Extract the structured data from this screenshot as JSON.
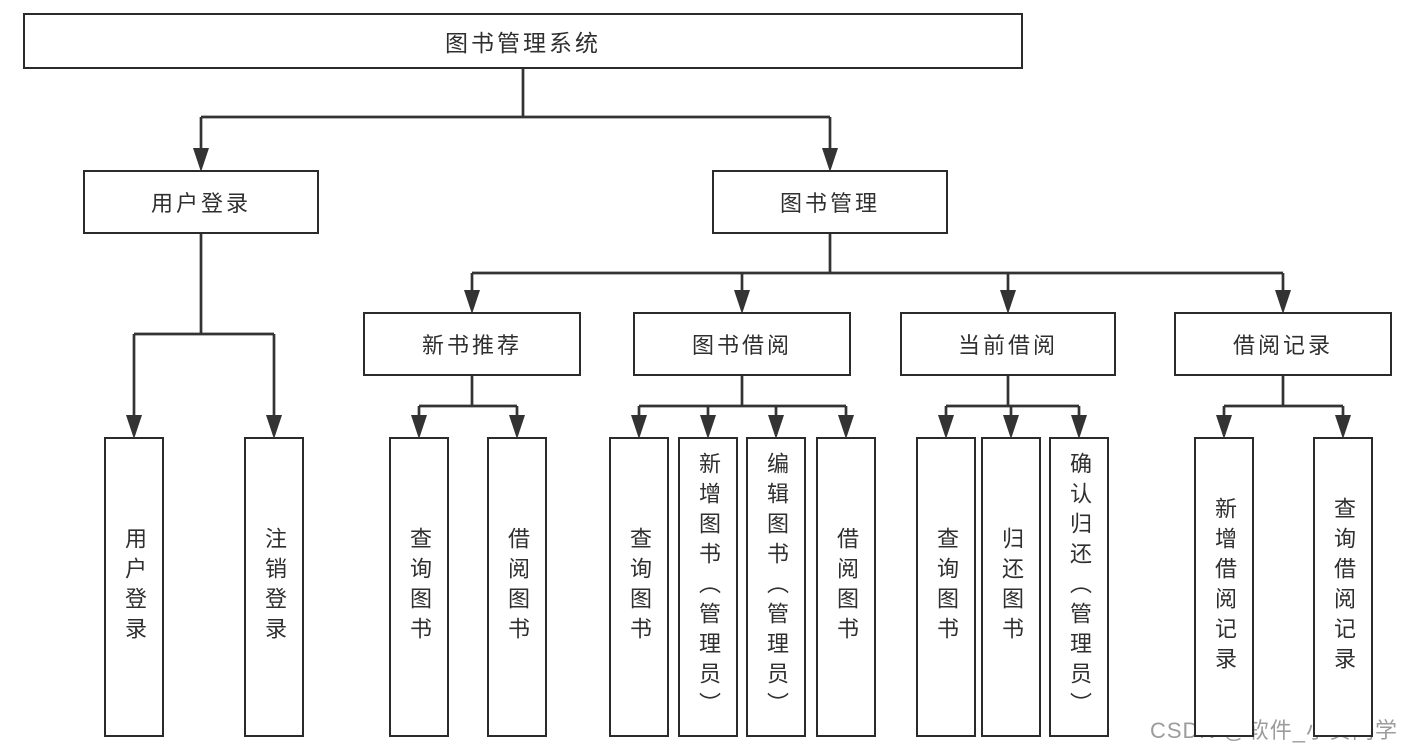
{
  "diagram": {
    "type": "tree-diagram",
    "title": "图书管理系统",
    "colors": {
      "background": "#ffffff",
      "border": "#2b2b2b",
      "line": "#333333",
      "text": "#2f2f2f",
      "watermark": "#9c9c9c"
    },
    "nodes": [
      {
        "id": "book-management-system",
        "label": "图书管理系统",
        "orientation": "horizontal",
        "level": 1
      },
      {
        "id": "user-login",
        "label": "用户登录",
        "orientation": "horizontal",
        "level": 2
      },
      {
        "id": "book-management",
        "label": "图书管理",
        "orientation": "horizontal",
        "level": 2
      },
      {
        "id": "new-book-recommendation",
        "label": "新书推荐",
        "orientation": "horizontal",
        "level": 3
      },
      {
        "id": "book-borrowing",
        "label": "图书借阅",
        "orientation": "horizontal",
        "level": 3
      },
      {
        "id": "current-borrowing",
        "label": "当前借阅",
        "orientation": "horizontal",
        "level": 3
      },
      {
        "id": "borrowing-records",
        "label": "借阅记录",
        "orientation": "horizontal",
        "level": 3
      },
      {
        "id": "leaf-user-login",
        "label": "用户登录",
        "orientation": "vertical",
        "level": 4
      },
      {
        "id": "leaf-logout",
        "label": "注销登录",
        "orientation": "vertical",
        "level": 4
      },
      {
        "id": "leaf-query-books-a",
        "label": "查询图书",
        "orientation": "vertical",
        "level": 4
      },
      {
        "id": "leaf-borrow-books-a",
        "label": "借阅图书",
        "orientation": "vertical",
        "level": 4
      },
      {
        "id": "leaf-query-books-b",
        "label": "查询图书",
        "orientation": "vertical",
        "level": 4
      },
      {
        "id": "leaf-add-books-admin",
        "label": "新增图书（管理员）",
        "orientation": "vertical",
        "level": 4
      },
      {
        "id": "leaf-edit-books-admin",
        "label": "编辑图书（管理员）",
        "orientation": "vertical",
        "level": 4
      },
      {
        "id": "leaf-borrow-books-b",
        "label": "借阅图书",
        "orientation": "vertical",
        "level": 4
      },
      {
        "id": "leaf-query-books-c",
        "label": "查询图书",
        "orientation": "vertical",
        "level": 4
      },
      {
        "id": "leaf-return-books",
        "label": "归还图书",
        "orientation": "vertical",
        "level": 4
      },
      {
        "id": "leaf-confirm-return-admin",
        "label": "确认归还（管理员）",
        "orientation": "vertical",
        "level": 4
      },
      {
        "id": "leaf-add-borrow-record",
        "label": "新增借阅记录",
        "orientation": "vertical",
        "level": 4
      },
      {
        "id": "leaf-query-borrow-record",
        "label": "查询借阅记录",
        "orientation": "vertical",
        "level": 4
      }
    ],
    "hierarchy": {
      "book-management-system": [
        "user-login",
        "book-management"
      ],
      "user-login": [
        "leaf-user-login",
        "leaf-logout"
      ],
      "book-management": [
        "new-book-recommendation",
        "book-borrowing",
        "current-borrowing",
        "borrowing-records"
      ],
      "new-book-recommendation": [
        "leaf-query-books-a",
        "leaf-borrow-books-a"
      ],
      "book-borrowing": [
        "leaf-query-books-b",
        "leaf-add-books-admin",
        "leaf-edit-books-admin",
        "leaf-borrow-books-b"
      ],
      "current-borrowing": [
        "leaf-query-books-c",
        "leaf-return-books",
        "leaf-confirm-return-admin"
      ],
      "borrowing-records": [
        "leaf-add-borrow-record",
        "leaf-query-borrow-record"
      ]
    },
    "watermark": {
      "text": "CSDN @软件_小贺同学"
    }
  }
}
